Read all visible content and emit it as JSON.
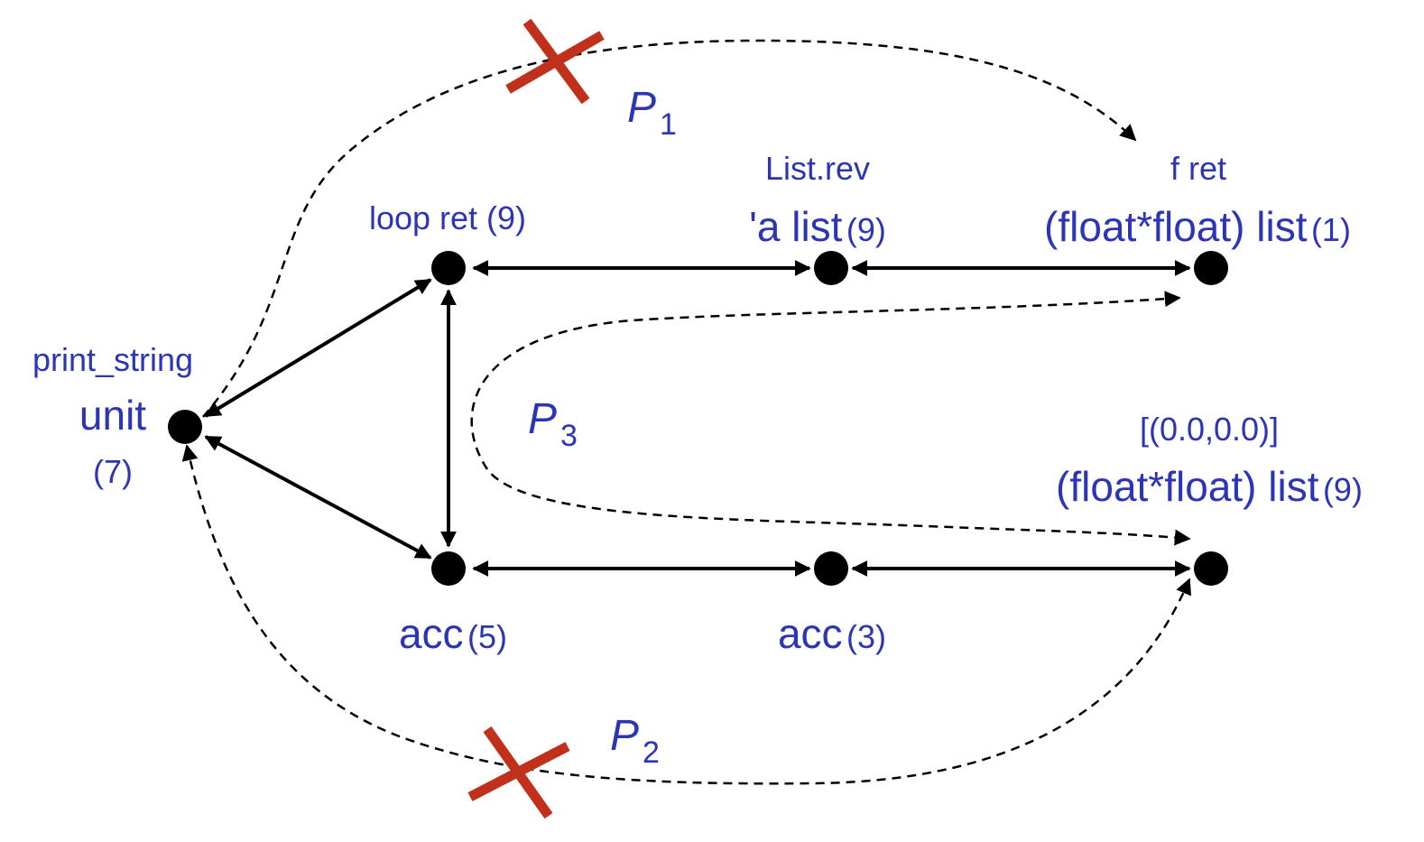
{
  "nodes": {
    "unit": {
      "top": "print_string",
      "main": "unit",
      "count": "(7)"
    },
    "loop_ret": {
      "main": "loop ret",
      "count": "(9)"
    },
    "list_rev": {
      "top": "List.rev",
      "main": "'a list",
      "count": "(9)"
    },
    "f_ret": {
      "top": "f ret",
      "main": "(float*float) list",
      "count": "(1)"
    },
    "acc5": {
      "main": "acc",
      "count": "(5)"
    },
    "acc3": {
      "main": "acc",
      "count": "(3)"
    },
    "literal": {
      "top": "[(0.0,0.0)]",
      "main": "(float*float) list",
      "count": "(9)"
    }
  },
  "paths": {
    "p1": {
      "letter": "P",
      "sub": "1",
      "blocked": true
    },
    "p2": {
      "letter": "P",
      "sub": "2",
      "blocked": true
    },
    "p3": {
      "letter": "P",
      "sub": "3",
      "blocked": false
    }
  },
  "colors": {
    "label": "#2b35b5",
    "cross": "#c0301a",
    "edge": "#000000"
  }
}
